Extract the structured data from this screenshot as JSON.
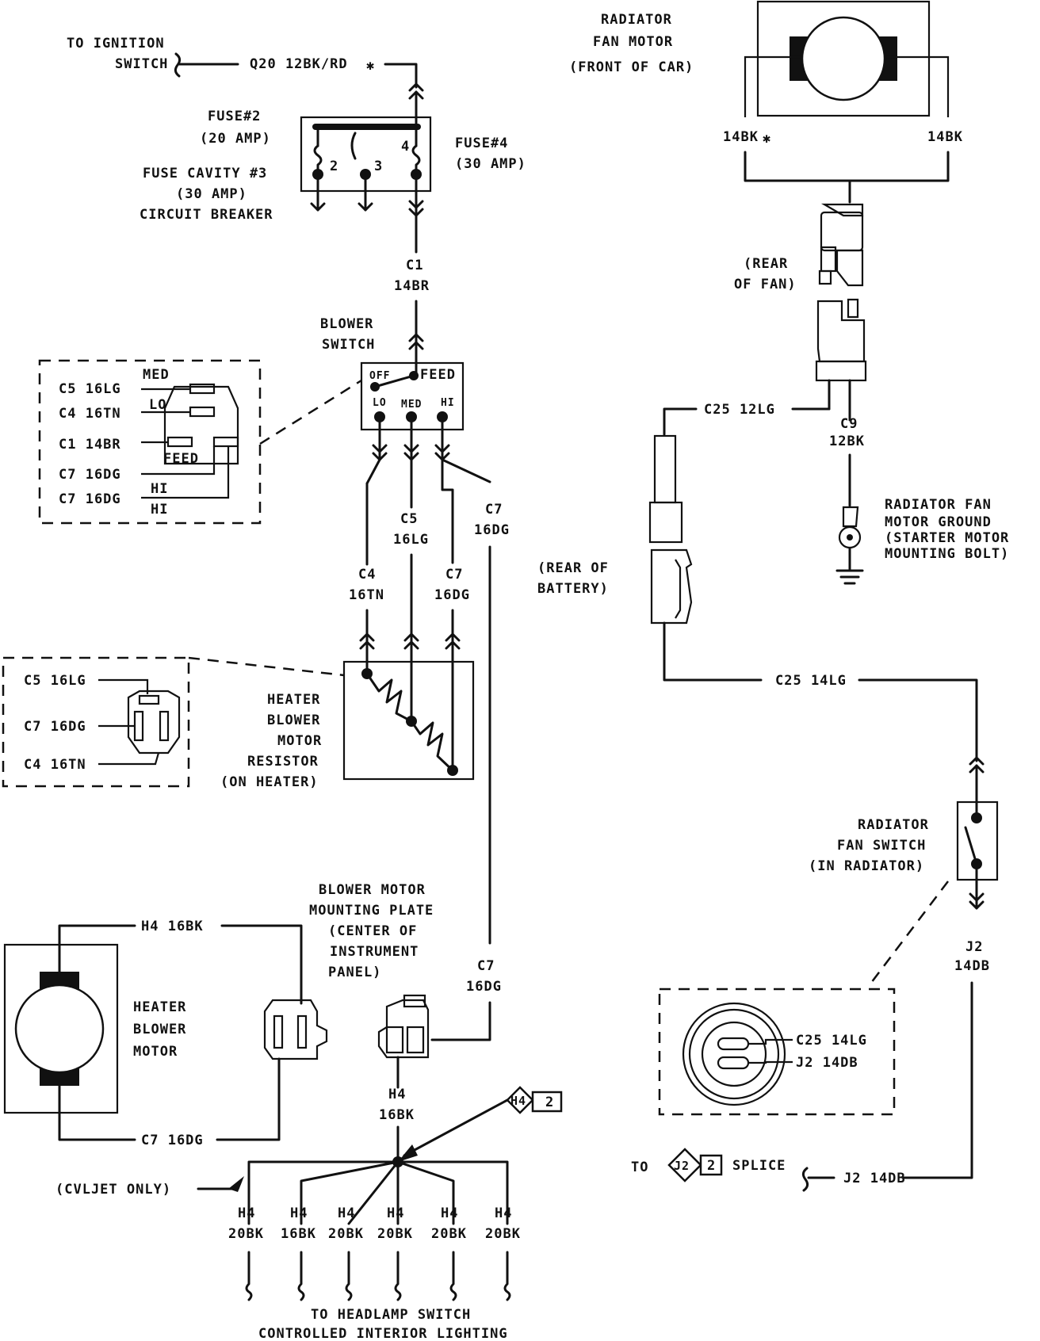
{
  "ignition": {
    "title_1": "TO IGNITION",
    "title_2": "SWITCH",
    "wire": "Q20 12BK/RD",
    "star": "✱"
  },
  "fuse2": {
    "line1": "FUSE#2",
    "line2": "(20 AMP)"
  },
  "fuse3": {
    "line1": "FUSE CAVITY #3",
    "line2": "(30 AMP)",
    "line3": "CIRCUIT BREAKER"
  },
  "fuse4": {
    "line1": "FUSE#4",
    "line2": "(30 AMP)"
  },
  "fuse_numbers": [
    "2",
    "3",
    "4"
  ],
  "c1_wire": {
    "code": "C1",
    "gauge": "14BR"
  },
  "blower_switch": {
    "line1": "BLOWER",
    "line2": "SWITCH",
    "off": "OFF",
    "feed": "FEED",
    "lo": "LO",
    "med": "MED",
    "hi": "HI"
  },
  "switch_inset": {
    "med": "MED",
    "lo": "LO",
    "feed": "FEED",
    "hi_1": "HI",
    "hi_2": "HI",
    "wires": [
      "C5 16LG",
      "C4 16TN",
      "C1 14BR",
      "C7 16DG",
      "C7 16DG"
    ]
  },
  "mid_wires": {
    "c5_code": "C5",
    "c5_gauge": "16LG",
    "c7_code": "C7",
    "c7_gauge": "16DG",
    "c4_code": "C4",
    "c4_gauge": "16TN",
    "c7b_code": "C7",
    "c7b_gauge": "16DG"
  },
  "resistor": {
    "line1": "HEATER",
    "line2": "BLOWER",
    "line3": "MOTOR",
    "line4": "RESISTOR",
    "line5": "(ON HEATER)"
  },
  "resistor_inset": {
    "wires": [
      "C5 16LG",
      "C7 16DG",
      "C4 16TN"
    ]
  },
  "plate": {
    "line1": "BLOWER MOTOR",
    "line2": "MOUNTING PLATE",
    "line3": "(CENTER OF",
    "line4": "INSTRUMENT",
    "line5": "PANEL)"
  },
  "plate_wire": {
    "code": "C7",
    "gauge": "16DG"
  },
  "heater_motor": {
    "line1": "HEATER",
    "line2": "BLOWER",
    "line3": "MOTOR",
    "top_wire": "H4 16BK",
    "bottom_wire": "C7 16DG"
  },
  "ground_bus": {
    "h4_code": "H4",
    "h4_gauge": "16BK",
    "splice_code": "H4",
    "splice_num": "2",
    "cvljet": "(CVLJET ONLY)",
    "branches": [
      {
        "code": "H4",
        "gauge": "20BK"
      },
      {
        "code": "H4",
        "gauge": "16BK"
      },
      {
        "code": "H4",
        "gauge": "20BK"
      },
      {
        "code": "H4",
        "gauge": "20BK"
      },
      {
        "code": "H4",
        "gauge": "20BK"
      },
      {
        "code": "H4",
        "gauge": "20BK"
      }
    ],
    "bottom_1": "TO HEADLAMP SWITCH",
    "bottom_2": "CONTROLLED INTERIOR LIGHTING"
  },
  "radiator_motor": {
    "line1": "RADIATOR",
    "line2": "FAN MOTOR",
    "line3": "(FRONT OF CAR)",
    "left_wire": "14BK",
    "star": "✱",
    "right_wire": "14BK"
  },
  "rear_fan": {
    "line1": "(REAR",
    "line2": "OF FAN)"
  },
  "c25_12": "C25 12LG",
  "c9": {
    "code": "C9",
    "gauge": "12BK"
  },
  "fan_ground": {
    "line1": "RADIATOR FAN",
    "line2": "MOTOR GROUND",
    "line3": "(STARTER MOTOR",
    "line4": "MOUNTING BOLT)"
  },
  "rear_battery": {
    "line1": "(REAR OF",
    "line2": "BATTERY)"
  },
  "c25_14": "C25 14LG",
  "fan_switch": {
    "line1": "RADIATOR",
    "line2": "FAN SWITCH",
    "line3": "(IN RADIATOR)"
  },
  "j2": {
    "code": "J2",
    "gauge": "14DB"
  },
  "fan_switch_inset": {
    "wire1": "C25 14LG",
    "wire2": "J2 14DB"
  },
  "splice_j2": {
    "to": "TO",
    "code": "J2",
    "num": "2",
    "label": "SPLICE",
    "wire": "J2 14DB"
  }
}
